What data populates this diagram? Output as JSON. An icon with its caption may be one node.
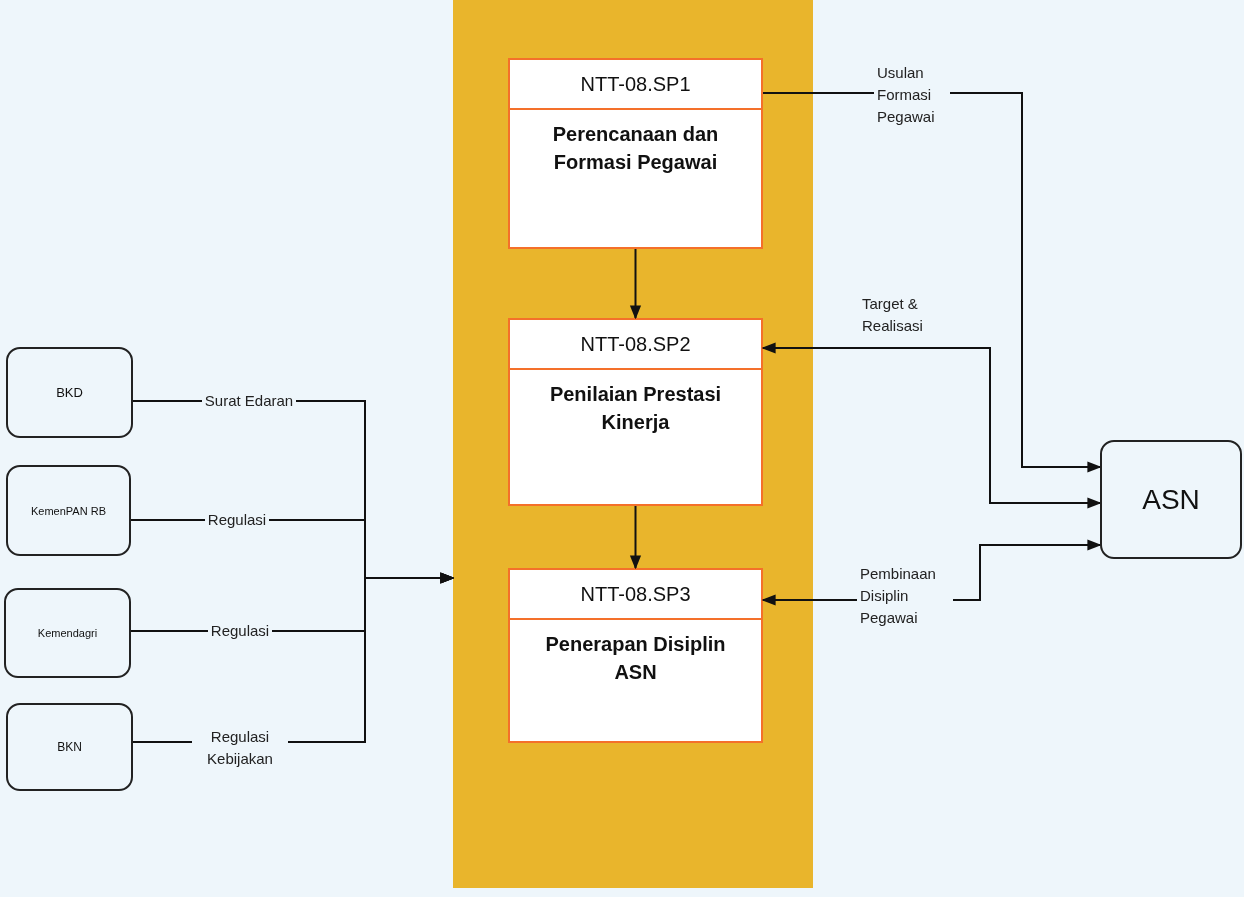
{
  "diagram": {
    "nodes": [
      {
        "text": [],
        "shape": "box"
      },
      {
        "text": [
          "NTT-08.SP1",
          "Perencanaan dan Formasi Pegawai"
        ],
        "in": 0
      },
      {
        "text": [
          "NTT-08.SP2",
          "Penilaian Prestasi Kinerja"
        ],
        "in": 0
      },
      {
        "text": [
          "NTT-08.SP3",
          "Penerapan Disiplin ASN"
        ],
        "in": 0
      },
      {
        "text": [
          "BKD"
        ]
      },
      {
        "text": [
          "KemenPAN RB"
        ]
      },
      {
        "text": [
          "Kemendagri"
        ]
      },
      {
        "text": [
          "BKN"
        ]
      },
      {
        "text": [
          "ASN"
        ]
      }
    ],
    "edges": [
      {
        "from": 1,
        "to": 2,
        "arrow": "to"
      },
      {
        "from": 2,
        "to": 3,
        "arrow": "to"
      },
      {
        "from": 4,
        "to": 0,
        "arrow": "to",
        "label": "Surat Edaran"
      },
      {
        "from": 5,
        "to": 0,
        "arrow": "to",
        "label": "Regulasi"
      },
      {
        "from": 6,
        "to": 0,
        "arrow": "to",
        "label": "Regulasi"
      },
      {
        "from": 7,
        "to": 0,
        "arrow": "to",
        "label": "Regulasi Kebijakan"
      },
      {
        "from": 1,
        "to": 8,
        "arrow": "to",
        "label": "Usulan Formasi Pegawai"
      },
      {
        "from": 8,
        "to": 2,
        "arrow": "both",
        "label": "Target & Realisasi"
      },
      {
        "from": 8,
        "to": 3,
        "arrow": "both",
        "label": "Pembinaan Disiplin Pegawai"
      }
    ]
  }
}
